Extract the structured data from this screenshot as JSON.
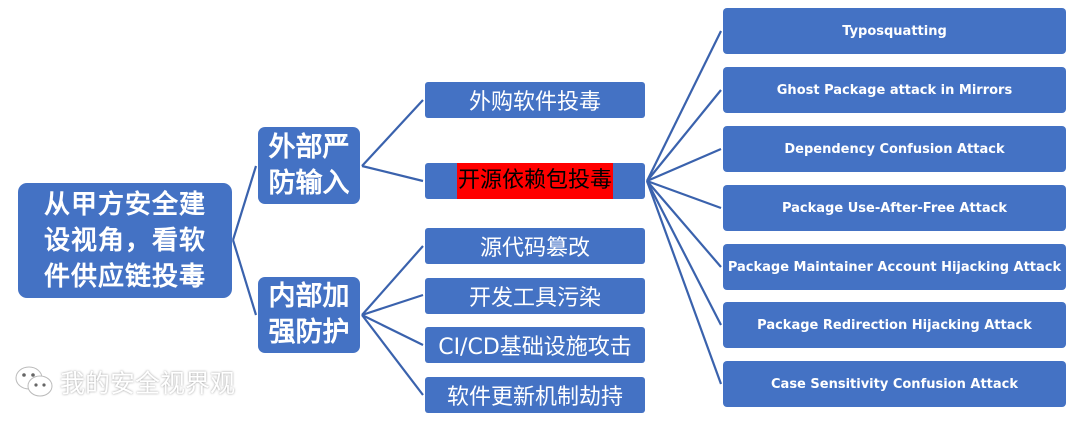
{
  "diagram": {
    "root": {
      "lines": [
        "从甲方安全建",
        "设视角，看软",
        "件供应链投毒"
      ]
    },
    "branches": [
      {
        "lines": [
          "外部严",
          "防输入"
        ],
        "children": [
          {
            "label": "外购软件投毒",
            "highlighted": false
          },
          {
            "label": "开源依赖包投毒",
            "highlighted": true
          }
        ]
      },
      {
        "lines": [
          "内部加",
          "强防护"
        ],
        "children": [
          {
            "label": "源代码篡改",
            "highlighted": false
          },
          {
            "label": "开发工具污染",
            "highlighted": false
          },
          {
            "label": "CI/CD基础设施攻击",
            "highlighted": false
          },
          {
            "label": "软件更新机制劫持",
            "highlighted": false
          }
        ]
      }
    ],
    "open_source_attacks": [
      "Typosquatting",
      "Ghost Package attack in Mirrors",
      "Dependency Confusion Attack",
      "Package Use-After-Free Attack",
      "Package Maintainer Account Hijacking Attack",
      "Package Redirection Hijacking Attack",
      "Case Sensitivity Confusion Attack"
    ]
  },
  "watermark": {
    "icon": "wechat-icon",
    "text": "我的安全视界观"
  },
  "colors": {
    "node_fill": "#4472C4",
    "connector": "#3A62AD",
    "highlight": "#FF0000",
    "background": "#FFFFFF"
  }
}
